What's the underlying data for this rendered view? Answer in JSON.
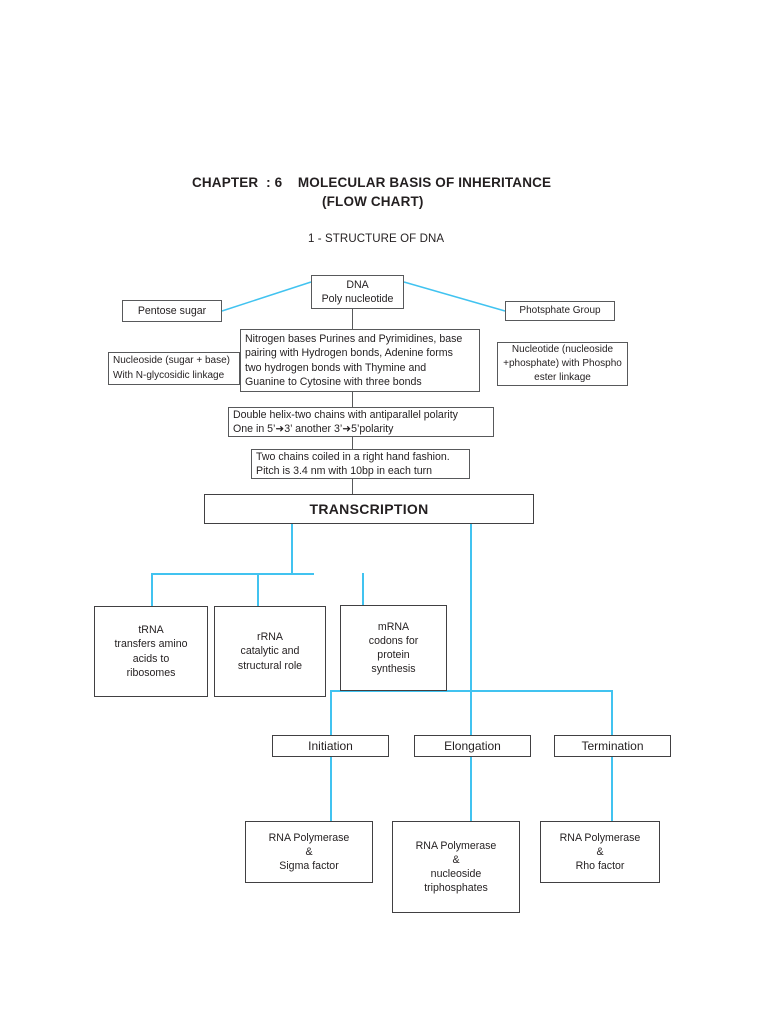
{
  "header": {
    "title_left": "CHAPTER  : 6    MOLECULAR BASIS OF INHERITANCE",
    "title_right": "(FLOW CHART)",
    "subtitle": "1 - STRUCTURE OF DNA"
  },
  "nodes": {
    "dna": {
      "line1": "DNA",
      "line2": "Poly nucleotide"
    },
    "pentose": {
      "line1": "Pentose sugar"
    },
    "phosphate": {
      "line1": "Photsphate Group"
    },
    "nitrogen_bases": {
      "line1": "Nitrogen bases Purines and Pyrimidines, base",
      "line2": "pairing with Hydrogen bonds, Adenine forms",
      "line3": "two hydrogen bonds with Thymine and",
      "line4": "Guanine to Cytosine with three bonds"
    },
    "nucleoside": {
      "line1": "Nucleoside (sugar + base)",
      "line2": "With N-glycosidic linkage"
    },
    "nucleotide": {
      "line1": "Nucleotide (nucleoside",
      "line2": "+phosphate) with Phospho",
      "line3": "ester linkage"
    },
    "double_helix": {
      "line1": "Double helix-two chains with antiparallel polarity",
      "line2": "One in 5’➜3’ another 3’➜5’polarity"
    },
    "pitch": {
      "line1": "Two chains coiled in a right hand fashion.",
      "line2": "Pitch is 3.4 nm with 10bp in each turn"
    },
    "transcription": {
      "label": "TRANSCRIPTION"
    },
    "trna": {
      "line1": "tRNA",
      "line2": "transfers amino",
      "line3": "acids to",
      "line4": "ribosomes"
    },
    "rrna": {
      "line1": "rRNA",
      "line2": "catalytic and",
      "line3": "structural role"
    },
    "mrna": {
      "line1": "mRNA",
      "line2": "codons for",
      "line3": "protein",
      "line4": "synthesis"
    },
    "initiation": {
      "label": "Initiation"
    },
    "elongation": {
      "label": "Elongation"
    },
    "termination": {
      "label": "Termination"
    },
    "initiation_detail": {
      "line1": "RNA Polymerase",
      "line2": "&",
      "line3": "Sigma factor"
    },
    "elongation_detail": {
      "line1": "RNA Polymerase",
      "line2": "&",
      "line3": "nucleoside",
      "line4": "triphosphates"
    },
    "termination_detail": {
      "line1": "RNA Polymerase",
      "line2": "&",
      "line3": "Rho factor"
    }
  },
  "colors": {
    "connector_cyan": "#41c3f0",
    "connector_dark": "#58595b",
    "box_border": "#58595b",
    "text": "#231f20",
    "background": "#ffffff"
  }
}
